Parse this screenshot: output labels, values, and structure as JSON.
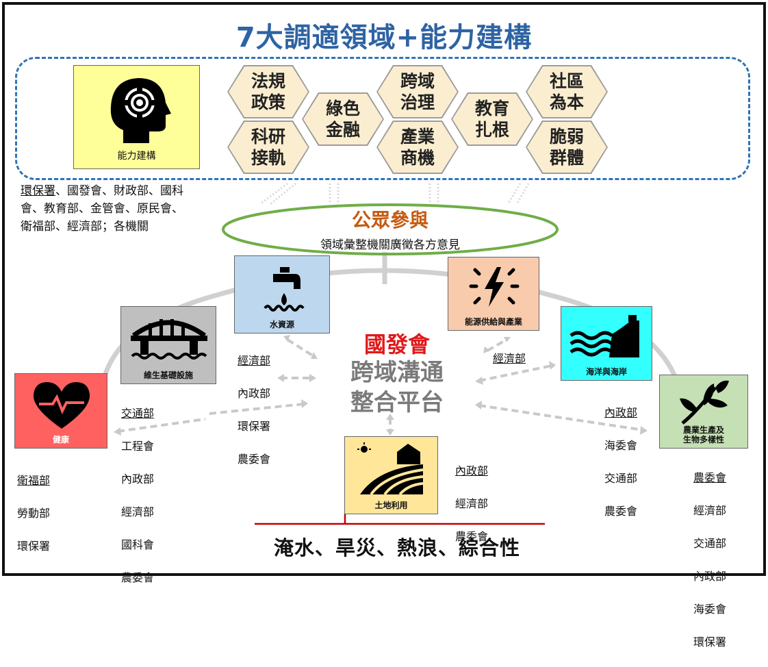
{
  "title": "7大調適領域+能力建構",
  "capacity": {
    "tile_label": "能力建構",
    "hexes": [
      {
        "label": "法規\n政策"
      },
      {
        "label": "科研\n接軌"
      },
      {
        "label": "綠色\n金融"
      },
      {
        "label": "跨域\n治理"
      },
      {
        "label": "產業\n商機"
      },
      {
        "label": "教育\n扎根"
      },
      {
        "label": "社區\n為本"
      },
      {
        "label": "脆弱\n群體"
      }
    ],
    "agencies_first": "環保署",
    "agencies_rest": "、國發會、財政部、國科\n會、教育部、金管會、原民會、\n    衛福部、經濟部；各機關"
  },
  "public": {
    "title": "公眾參與",
    "subtitle": "領域彙整機關廣徵各方意見"
  },
  "center": {
    "org": "國發會",
    "platform": "跨域溝通\n整合平台"
  },
  "domains": {
    "water": {
      "label": "水資源",
      "agencies": [
        "經濟部",
        "內政部",
        "環保署",
        "農委會"
      ]
    },
    "energy": {
      "label": "能源供給與產業",
      "agencies": [
        "經濟部"
      ]
    },
    "infra": {
      "label": "維生基礎設施",
      "agencies": [
        "交通部",
        "工程會",
        "內政部",
        "經濟部",
        "國科會",
        "農委會"
      ]
    },
    "ocean": {
      "label": "海洋與海岸",
      "agencies": [
        "內政部",
        "海委會",
        "交通部",
        "農委會"
      ]
    },
    "health": {
      "label": "健康",
      "agencies": [
        "衛福部",
        "勞動部",
        "環保署"
      ]
    },
    "agri": {
      "label": "農業生產及\n生物多樣性",
      "agencies": [
        "農委會",
        "經濟部",
        "交通部",
        "內政部",
        "海委會",
        "環保署"
      ]
    },
    "land": {
      "label": "土地利用",
      "agencies": [
        "內政部",
        "經濟部",
        "農委會"
      ]
    }
  },
  "hazards": "淹水、旱災、熱浪、綜合性",
  "colors": {
    "title": "#2e63a4",
    "dashed_box": "#2f74b5",
    "capacity_tile": "#ffff99",
    "hex_fill": "#fbeed0",
    "public_ellipse": "#70ad47",
    "public_title": "#c55a11",
    "center_org": "#e0191b",
    "platform_text": "#7a7a7a",
    "water": "#bdd7ee",
    "energy": "#f8cbad",
    "infra": "#bfbfbf",
    "ocean": "#33ffff",
    "health": "#ff6161",
    "agri": "#c5e0b4",
    "land": "#ffe699",
    "hazard_line": "#c00000"
  },
  "icons": {
    "capacity": "head-gear-icon",
    "water": "faucet-drop-icon",
    "energy": "lightning-sun-icon",
    "infra": "bridge-icon",
    "ocean": "coast-waves-icon",
    "health": "heart-pulse-icon",
    "agri": "leaf-branch-icon",
    "land": "farm-field-icon"
  }
}
